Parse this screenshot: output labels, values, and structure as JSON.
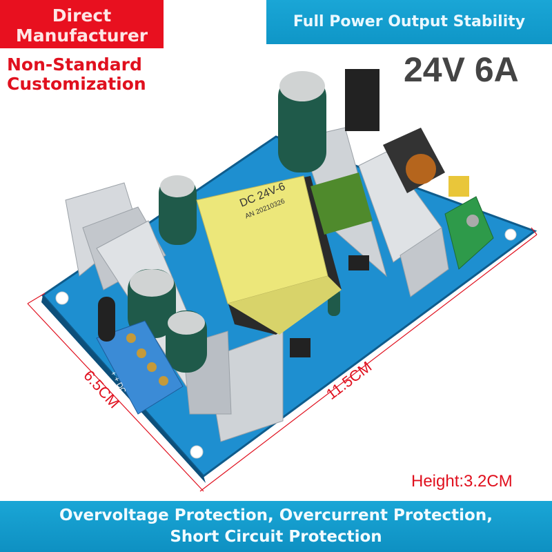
{
  "badges": {
    "direct_line1": "Direct",
    "direct_line2": "Manufacturer",
    "custom_line1": "Non-Standard",
    "custom_line2": "Customization"
  },
  "header": {
    "banner": "Full Power Output Stability",
    "spec": "24V 6A"
  },
  "dimensions": {
    "width": "6.5CM",
    "length": "11.5CM",
    "height": "Height:3.2CM"
  },
  "product": {
    "transformer_label1": "DC 24V-6",
    "transformer_label2": "AN 20210326",
    "terminal_label": "+ + DC -",
    "board_color": "#1e8fd0",
    "heatsink_color": "#c9cdd2",
    "capacitor_color": "#1f5a4a",
    "transformer_color": "#ece77a"
  },
  "footer": {
    "line1": "Overvoltage Protection, Overcurrent Protection,",
    "line2": "Short Circuit Protection"
  },
  "colors": {
    "red": "#e8101f",
    "blue": "#1aa6d6"
  }
}
